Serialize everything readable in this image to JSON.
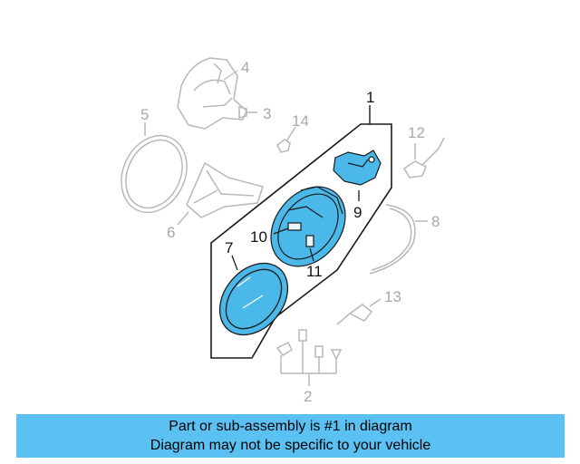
{
  "diagram": {
    "callouts": {
      "c1": "1",
      "c2": "2",
      "c3": "3",
      "c4": "4",
      "c5": "5",
      "c6": "6",
      "c7": "7",
      "c8": "8",
      "c9": "9",
      "c10": "10",
      "c11": "11",
      "c12": "12",
      "c13": "13",
      "c14": "14"
    },
    "colors": {
      "highlight": "#4ab8e8",
      "outline": "#1a1a1a",
      "ghost": "#b8b8b8",
      "banner": "#5bc1f3"
    }
  },
  "banner": {
    "line1": "Part or sub-assembly is #1 in diagram",
    "line2": "Diagram may not be specific to your vehicle"
  }
}
